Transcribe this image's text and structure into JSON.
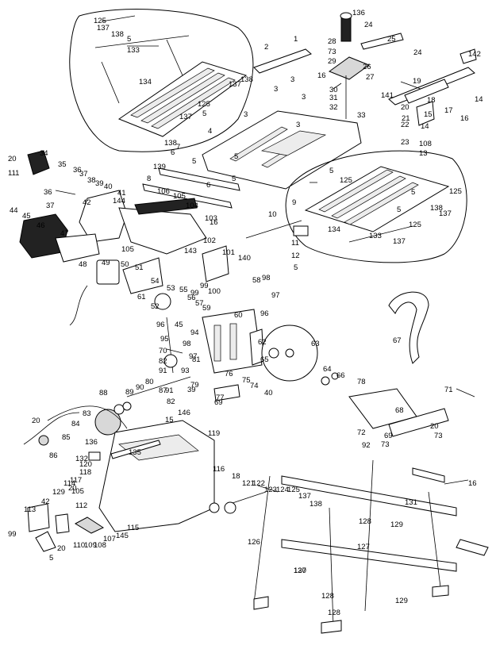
{
  "labels": [
    "125",
    "137",
    "138",
    "5",
    "133",
    "134",
    "125",
    "137",
    "5",
    "138",
    "137",
    "138",
    "136",
    "24",
    "25",
    "28",
    "73",
    "26",
    "24",
    "29",
    "16",
    "27",
    "30",
    "31",
    "32",
    "33",
    "142",
    "19",
    "141",
    "18",
    "17",
    "14",
    "20",
    "15",
    "16",
    "21",
    "22",
    "14",
    "23",
    "108",
    "13",
    "1",
    "2",
    "3",
    "3",
    "3",
    "3",
    "3",
    "4",
    "7",
    "139",
    "6",
    "8",
    "5",
    "6",
    "5",
    "5",
    "125",
    "5",
    "5",
    "125",
    "138",
    "137",
    "134",
    "133",
    "137",
    "5",
    "125",
    "9",
    "10",
    "11",
    "12",
    "5",
    "20",
    "34",
    "35",
    "36",
    "37",
    "38",
    "39",
    "40",
    "41",
    "36",
    "37",
    "42",
    "44",
    "45",
    "46",
    "47",
    "48",
    "106",
    "105",
    "104",
    "103",
    "144",
    "105",
    "140",
    "16",
    "102",
    "101",
    "143",
    "49",
    "50",
    "51",
    "99",
    "100",
    "99",
    "53",
    "55",
    "56",
    "57",
    "59",
    "60",
    "61",
    "52",
    "54",
    "45",
    "58",
    "98",
    "97",
    "96",
    "95",
    "94",
    "98",
    "97",
    "96",
    "62",
    "63",
    "65",
    "64",
    "66",
    "67",
    "70",
    "82",
    "91",
    "93",
    "81",
    "79",
    "39",
    "80",
    "90",
    "89",
    "88",
    "87",
    "91",
    "82",
    "83",
    "84",
    "85",
    "86",
    "136",
    "132",
    "135",
    "146",
    "77",
    "76",
    "75",
    "74",
    "40",
    "69",
    "15",
    "78",
    "68",
    "71",
    "72",
    "92",
    "69",
    "73",
    "20",
    "73",
    "20",
    "119",
    "120",
    "118",
    "117",
    "20",
    "116",
    "18",
    "121",
    "122",
    "123",
    "124",
    "125",
    "137",
    "138",
    "126",
    "16",
    "131",
    "128",
    "129",
    "127",
    "130",
    "128",
    "127",
    "128",
    "129",
    "129",
    "114",
    "105",
    "42",
    "113",
    "112",
    "99",
    "20",
    "110",
    "109",
    "108",
    "107",
    "145",
    "115",
    "5",
    "111"
  ]
}
